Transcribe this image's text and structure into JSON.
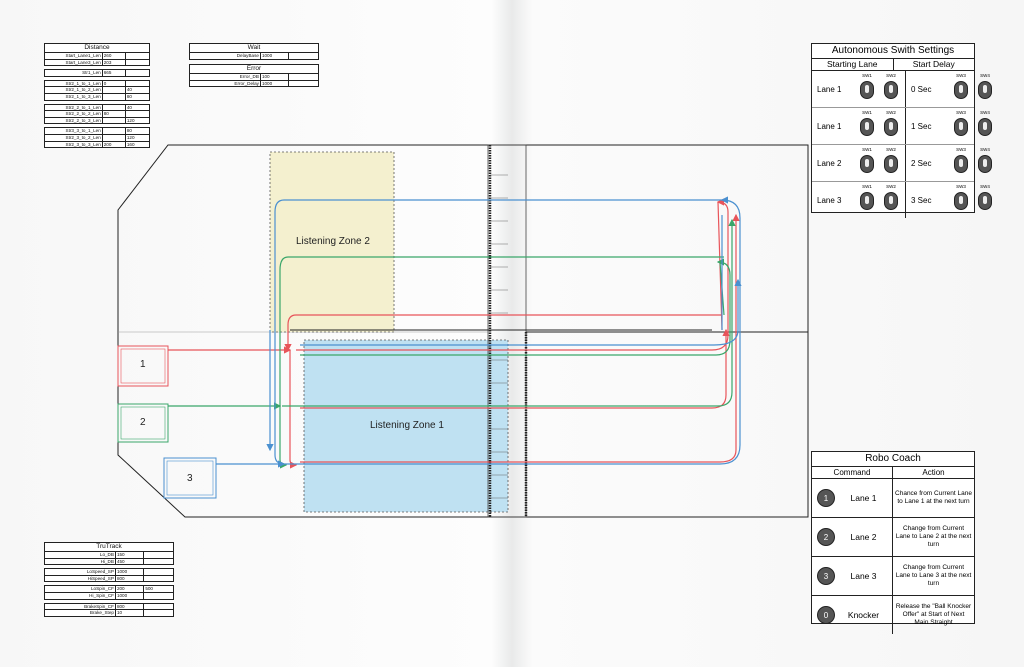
{
  "distance": {
    "title": "Distance",
    "rows": [
      {
        "label": "Start_Lane1_Len",
        "value": "260"
      },
      {
        "label": "Start_Lane3_Len",
        "value": "203"
      },
      {
        "gap": true
      },
      {
        "label": "Str1_Len",
        "value": "665"
      },
      {
        "gap": true
      },
      {
        "label": "Str2_1_to_1_Len",
        "value": "0"
      },
      {
        "label": "Str2_1_to_2_Len",
        "value": "",
        "value2": "40"
      },
      {
        "label": "Str2_1_to_3_Len",
        "value": "",
        "value2": "80"
      },
      {
        "gap": true
      },
      {
        "label": "Str2_2_to_1_Len",
        "value": "",
        "value2": "40"
      },
      {
        "label": "Str2_2_to_2_Len",
        "value": "80"
      },
      {
        "label": "Str2_2_to_3_Len",
        "value": "",
        "value2": "120"
      },
      {
        "gap": true
      },
      {
        "label": "Str3_3_to_1_Len",
        "value": "",
        "value2": "80"
      },
      {
        "label": "Str2_3_to_2_Len",
        "value": "",
        "value2": "120"
      },
      {
        "label": "Str2_3_to_3_Len",
        "value": "200",
        "value2": "160"
      }
    ]
  },
  "wait": {
    "title": "Wait",
    "rows": [
      {
        "label": "DelayBase",
        "value": "1000"
      }
    ]
  },
  "error": {
    "title": "Error",
    "rows": [
      {
        "label": "Error_DB",
        "value": "100"
      },
      {
        "label": "Error_Delay",
        "value": "1000"
      }
    ]
  },
  "trutrack": {
    "title": "TruTrack",
    "rows": [
      {
        "label": "Lo_DB",
        "value": "150"
      },
      {
        "label": "Hi_DB",
        "value": "450"
      },
      {
        "gap": true
      },
      {
        "label": "LoSpeed_SP",
        "value": "1000"
      },
      {
        "label": "HiSpeed_SP",
        "value": "800"
      },
      {
        "gap": true
      },
      {
        "label": "LoSpin_CF",
        "value": "200",
        "value2": "500"
      },
      {
        "label": "Hi_Spin_CF",
        "value": "1000"
      },
      {
        "gap": true
      },
      {
        "label": "BrakeSpin_CF",
        "value": "800"
      },
      {
        "label": "Brake_Step",
        "value": "10"
      }
    ]
  },
  "autonomous": {
    "title": "Autonomous Swith Settings",
    "col_lane": "Starting Lane",
    "col_delay": "Start Delay",
    "rows": [
      {
        "lane": "Lane 1",
        "delay": "0 Sec"
      },
      {
        "lane": "Lane 1",
        "delay": "1 Sec"
      },
      {
        "lane": "Lane 2",
        "delay": "2 Sec"
      },
      {
        "lane": "Lane 3",
        "delay": "3 Sec"
      }
    ],
    "sw1": "SW1",
    "sw2": "SW2",
    "sw3": "SW3",
    "sw4": "SW4"
  },
  "robocoach": {
    "title": "Robo Coach",
    "col_command": "Command",
    "col_action": "Action",
    "rows": [
      {
        "num": "1",
        "command": "Lane 1",
        "action": "Chance from Current Lane to Lane 1 at the next turn"
      },
      {
        "num": "2",
        "command": "Lane 2",
        "action": "Change from Current Lane to Lane 2 at the next turn"
      },
      {
        "num": "3",
        "command": "Lane 3",
        "action": "Change from Current Lane to Lane 3 at the next turn"
      },
      {
        "num": "0",
        "command": "Knocker",
        "action": "Release the \"Ball Knocker Offer\" at Start of Next Main Straight"
      }
    ]
  },
  "zones": {
    "zone1": "Listening Zone 1",
    "zone2": "Listening Zone 2"
  },
  "lanes": {
    "l1": "1",
    "l2": "2",
    "l3": "3"
  },
  "colors": {
    "red": "#e8545a",
    "green": "#3aa66a",
    "blue": "#4a90d0",
    "zone1": "#bfe1f2",
    "zone2": "#f4f0cf"
  }
}
